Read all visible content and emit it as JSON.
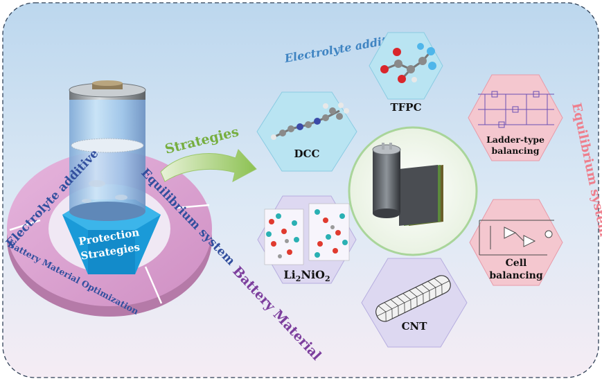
{
  "ring": {
    "segment_left": "Electrolyte additive",
    "segment_right": "Equilibrium system",
    "segment_bottom": "Battery Material Optimization",
    "center_lines": [
      "Protection",
      "Strategies"
    ]
  },
  "arrow": {
    "label": "Strategies"
  },
  "categories": {
    "top": "Electrolyte additive",
    "right": "Equilibrium system",
    "bottom": "Battery Material"
  },
  "hexes": {
    "tfpc": "TFPC",
    "dcc": "DCC",
    "ladder": [
      "Ladder-type",
      "balancing"
    ],
    "cell": [
      "Cell",
      "balancing"
    ],
    "li2nio2": {
      "base": "Li",
      "sub1": "2",
      "mid": "NiO",
      "sub2": "2"
    },
    "cnt": "CNT"
  },
  "colors": {
    "hex_blue": "#b9e4f2",
    "hex_red": "#f4c7cf",
    "hex_purple": "#ddd8f1",
    "ring_pink": "#e0a8d4",
    "center_green": "#a9d59a",
    "cat_blue": "#3f84c2",
    "cat_red": "#ee7f8d",
    "cat_purple": "#7c3e9d",
    "arrow_green": "#76ae3f"
  }
}
